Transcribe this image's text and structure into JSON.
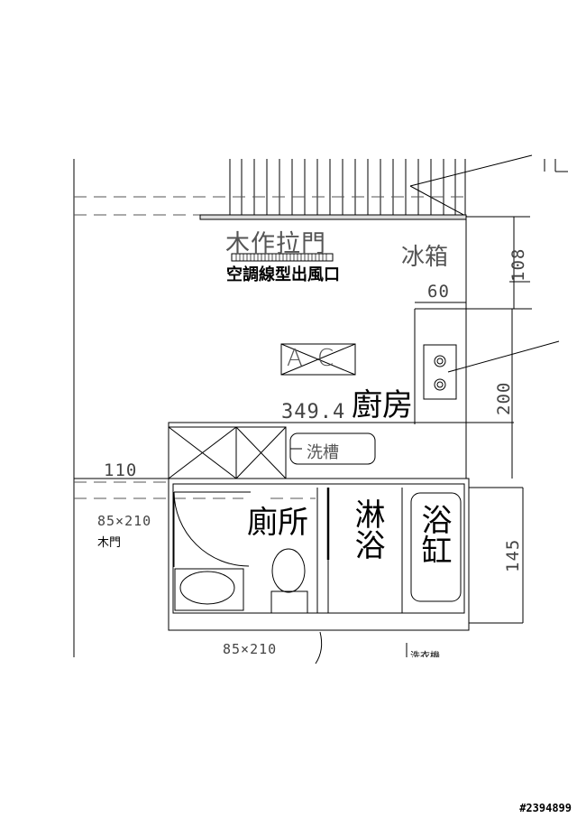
{
  "labels": {
    "sliding_door": "木作拉門",
    "ac_vent": "空調線型出風口",
    "fridge": "冰箱",
    "ac_unit": "A  C",
    "kitchen": "廚房",
    "sink": "洗槽",
    "toilet_room": "廁所",
    "shower": "淋浴",
    "bathtub": "浴缸",
    "wood_door": "木門",
    "washer_partial": "洗衣機"
  },
  "dimensions": {
    "d_108": "108",
    "d_60": "60",
    "d_200": "200",
    "d_349": "349.4",
    "d_110": "110",
    "d_145": "145",
    "door_top": "85×210",
    "door_bottom": "85×210"
  },
  "watermark": "#2394899",
  "colors": {
    "line": "#000000",
    "dash": "#555555",
    "background": "#ffffff"
  }
}
